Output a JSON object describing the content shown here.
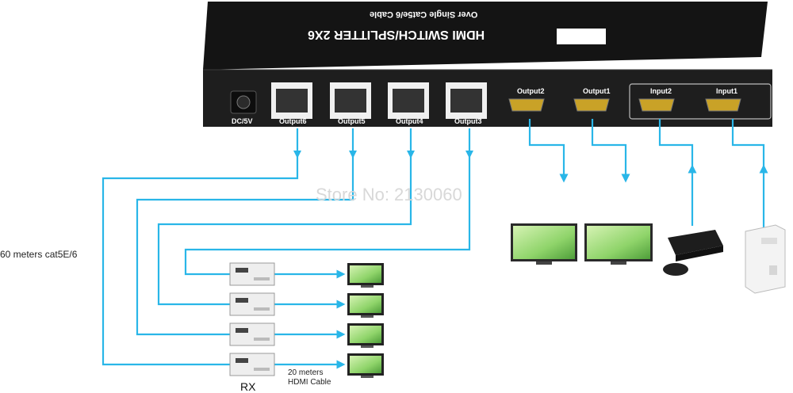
{
  "device": {
    "title": "HDMI SWITCH/SPLITTER 2X6",
    "subtitle": "Over Single Cat5e/6 Cable",
    "ports": {
      "dc": "DC/5V",
      "output6": "Output6",
      "output5": "Output5",
      "output4": "Output4",
      "output3": "Output3",
      "output2": "Output2",
      "output1": "Output1",
      "input2": "Input2",
      "input1": "Input1"
    }
  },
  "watermark": "Store No: 2130060",
  "distance_label": "60 meters cat5E/6",
  "rx_label": "RX",
  "hdmi_length": {
    "line1": "20 meters",
    "line2": "HDMI Cable"
  },
  "colors": {
    "cable": "#29b6e8",
    "device": "#1b1b1b",
    "screen": "#8fd46a"
  }
}
